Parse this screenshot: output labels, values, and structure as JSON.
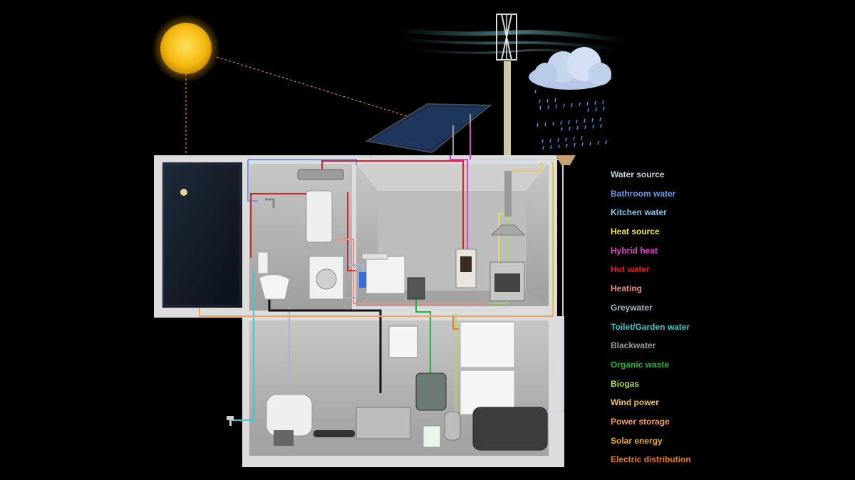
{
  "legend": {
    "items": [
      {
        "label": "Water source",
        "color": "#c9d3e3"
      },
      {
        "label": "Bathroom water",
        "color": "#6f9ae6"
      },
      {
        "label": "Kitchen water",
        "color": "#7fc8f0"
      },
      {
        "label": "Heat source",
        "color": "#f2e93a"
      },
      {
        "label": "Hybrid heat",
        "color": "#e23fc9"
      },
      {
        "label": "Hot water",
        "color": "#e81c1c"
      },
      {
        "label": "Heating",
        "color": "#f08d85"
      },
      {
        "label": "Greywater",
        "color": "#a9b4c4"
      },
      {
        "label": "Toilet/Garden water",
        "color": "#2ed1d1"
      },
      {
        "label": "Blackwater",
        "color": "#9a9a9a"
      },
      {
        "label": "Organic waste",
        "color": "#23b53a"
      },
      {
        "label": "Biogas",
        "color": "#a7de55"
      },
      {
        "label": "Wind power",
        "color": "#efc761"
      },
      {
        "label": "Power storage",
        "color": "#f0a062"
      },
      {
        "label": "Solar energy",
        "color": "#f6ad1c"
      },
      {
        "label": "Electric distribution",
        "color": "#f07a1b"
      }
    ]
  },
  "colors": {
    "background": "#000000",
    "wall": "#dcdcdc",
    "interior": "#b8b8b8",
    "sun": "#f6c21a"
  },
  "icons": [
    "sun-icon",
    "wind-turbine-icon",
    "rain-cloud-icon",
    "solar-panel-icon"
  ]
}
